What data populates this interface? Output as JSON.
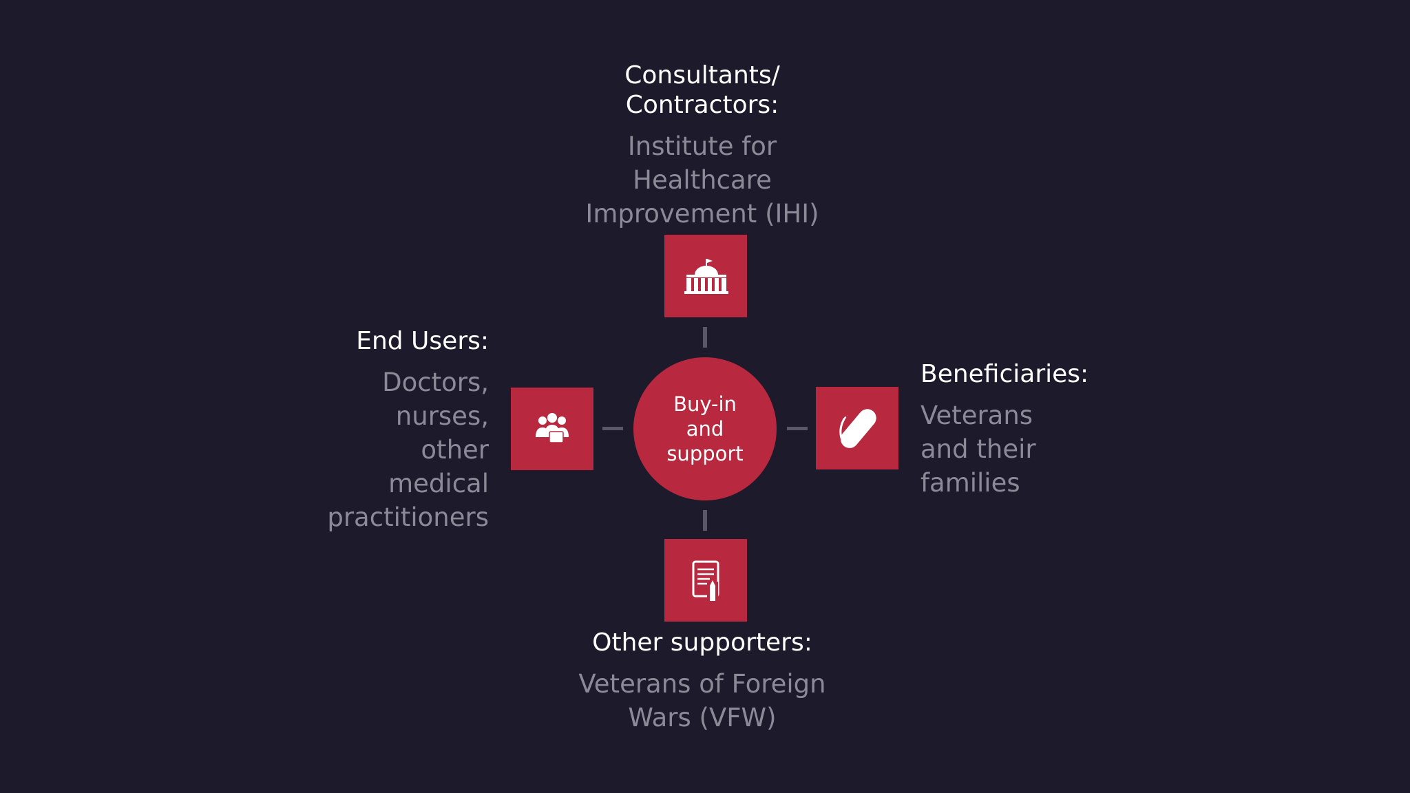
{
  "center": {
    "lines": [
      "Buy-in",
      "and",
      "support"
    ]
  },
  "stakeholders": {
    "top": {
      "heading": [
        "Consultants/",
        "Contractors:"
      ],
      "description": [
        "Institute for",
        "Healthcare",
        "Improvement (IHI)"
      ],
      "icon": "government-building-icon"
    },
    "left": {
      "heading": [
        "End Users:"
      ],
      "description": [
        "Doctors,",
        "nurses,",
        "other",
        "medical",
        "practitioners"
      ],
      "icon": "people-group-icon"
    },
    "right": {
      "heading": [
        "Beneficiaries:"
      ],
      "description": [
        "Veterans",
        "and their",
        "families"
      ],
      "icon": "multi-tool-knife-icon"
    },
    "bottom": {
      "heading": [
        "Other supporters:"
      ],
      "description": [
        "Veterans of Foreign",
        "Wars (VFW)"
      ],
      "icon": "document-pen-icon"
    }
  },
  "colors": {
    "background": "#1c1a2b",
    "accent": "#b8283e",
    "heading_text": "#ffffff",
    "description_text": "#8c8a97",
    "connector": "#5a5866"
  }
}
